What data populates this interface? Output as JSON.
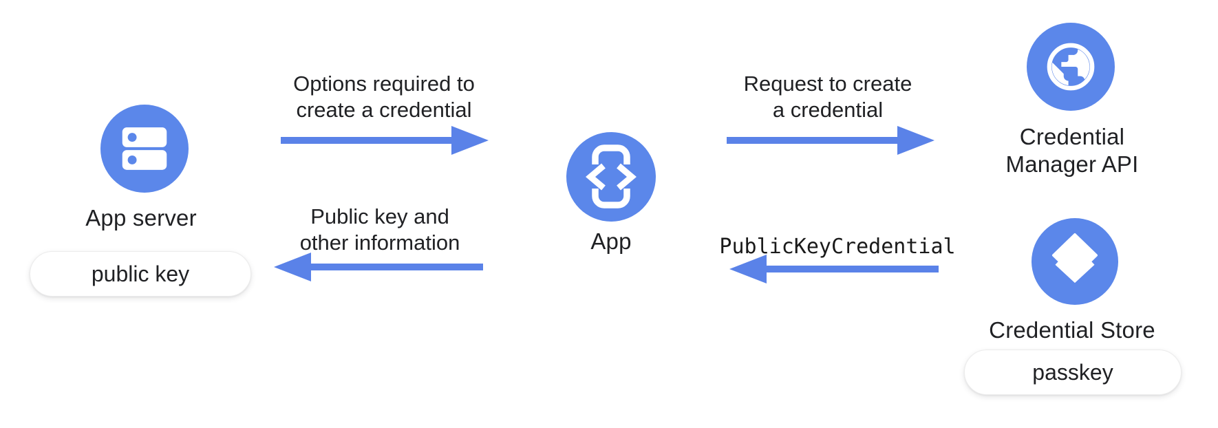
{
  "diagram": {
    "background": "#ffffff",
    "colors": {
      "node_blue": "#5b87ea",
      "arrow_blue": "#5a82e8",
      "text": "#202124",
      "pill_bg": "#ffffff",
      "pill_border": "#ececec"
    },
    "nodes": {
      "app_server": {
        "label": "App server",
        "icon": "server-icon",
        "badge": "public key"
      },
      "app": {
        "label": "App",
        "icon": "phone-code-icon"
      },
      "credential_manager_api": {
        "label_line1": "Credential",
        "label_line2": "Manager API",
        "icon": "globe-icon"
      },
      "credential_store": {
        "label": "Credential Store",
        "icon": "layers-icon",
        "badge": "passkey"
      }
    },
    "edges": {
      "options_to_create": {
        "from": "app_server",
        "to": "app",
        "direction": "right",
        "label_line1": "Options required to",
        "label_line2": "create a credential"
      },
      "request_to_create": {
        "from": "app",
        "to": "credential_manager_api",
        "direction": "right",
        "label_line1": "Request to create",
        "label_line2": "a credential"
      },
      "public_key_credential": {
        "from": "credential_store",
        "to": "app",
        "direction": "left",
        "style": "monospace",
        "label": "PublicKeyCredential"
      },
      "public_key_info": {
        "from": "app",
        "to": "app_server",
        "direction": "left",
        "label_line1": "Public key and",
        "label_line2": "other information"
      }
    }
  }
}
